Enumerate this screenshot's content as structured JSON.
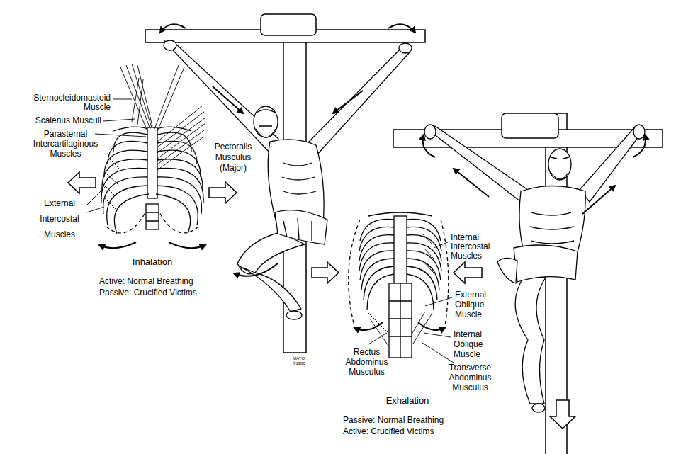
{
  "diagram": {
    "labels": [
      "Sternocleidomastoid Muscle",
      "Scalenus Musculi",
      "Parasternal Intercartilaginous Muscles",
      "External Intercostal Muscles",
      "Pectoralis Musculus (Major)",
      "Inhalation",
      "Active: Normal Breathing",
      "Passive: Crucified Victims",
      "Internal Intercostal Muscles",
      "External Oblique Muscle",
      "Internal Oblique Muscle",
      "Rectus Abdominus Musculus",
      "Transverse Abdominus Musculus",
      "Exhalation",
      "Passive: Normal Breathing",
      "Active: Crucified Victims",
      "MAYO ©1986"
    ]
  }
}
